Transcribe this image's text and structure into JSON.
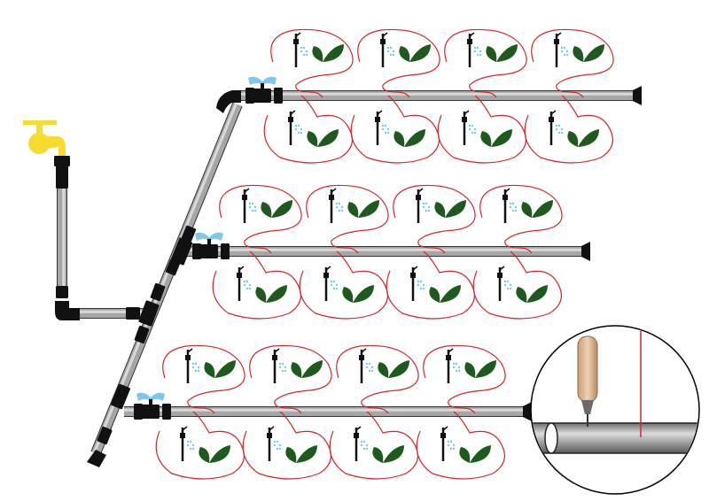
{
  "diagram": {
    "kind": "drip-irrigation-schematic",
    "colors": {
      "background": "#ffffff",
      "pipe_fill": "#a6a6a6",
      "pipe_highlight": "#d9d9d9",
      "pipe_outline": "#333333",
      "fitting": "#111111",
      "valve_handle": "#7ec8f0",
      "faucet": "#f6dc2e",
      "tubing": "#d6262b",
      "water_drop": "#6fd0e8",
      "leaf": "#1e5a1e",
      "stake": "#111111",
      "tool_handle": "#d9b38c",
      "tool_tip": "#6b6b6b",
      "marker_line": "#d6262b"
    },
    "icons": [
      "faucet-icon",
      "valve-icon",
      "dripper-icon",
      "plant-icon",
      "punch-tool-icon",
      "end-cap-icon"
    ],
    "laterals": [
      {
        "id": "lateral-1",
        "plants_above": 4,
        "plants_below": 4
      },
      {
        "id": "lateral-2",
        "plants_above": 4,
        "plants_below": 4
      },
      {
        "id": "lateral-3",
        "plants_above": 4,
        "plants_below": 4
      }
    ],
    "detail_inset": {
      "subject": "hole-punch-tool-on-pipe"
    }
  }
}
